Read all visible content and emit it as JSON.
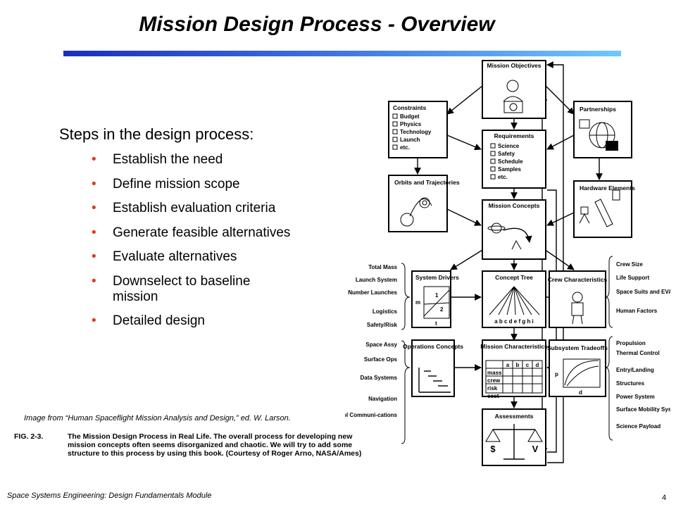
{
  "title": "Mission Design Process - Overview",
  "steps_heading": "Steps in the design process:",
  "steps": [
    "Establish the need",
    "Define mission scope",
    "Establish evaluation criteria",
    "Generate feasible alternatives",
    "Evaluate alternatives",
    "Downselect to baseline mission",
    "Detailed design"
  ],
  "image_credit": "Image from “Human Spaceflight Mission Analysis and Design,” ed. W. Larson.",
  "figure": {
    "number": "FIG. 2-3.",
    "caption": "The Mission Design Process in Real Life. The overall process for developing new mission concepts often seems disorganized and chaotic. We will try to add some structure to this process by using this book. (Courtesy of Roger Arno, NASA/Ames)"
  },
  "diagram": {
    "mission_objectives": "Mission Objectives",
    "constraints": {
      "title": "Constraints",
      "items": [
        "Budget",
        "Physics",
        "Technology",
        "Launch",
        "etc."
      ]
    },
    "partnerships": "Partnerships",
    "requirements": {
      "title": "Requirements",
      "items": [
        "Science",
        "Safety",
        "Schedule",
        "Samples",
        "etc."
      ]
    },
    "orbits": "Orbits and Trajectories",
    "hardware": "Hardware Elements",
    "mission_concepts": "Mission Concepts",
    "system_drivers": {
      "title": "System Drivers",
      "m": "m",
      "one": "1",
      "two": "2",
      "t": "t"
    },
    "concept_tree": {
      "title": "Concept Tree",
      "letters": "a b c d e f g h i"
    },
    "crew_char": "Crew Characteristics",
    "ops_concepts": "Operations Concepts",
    "mission_char": {
      "title": "Mission Characteristics",
      "cols": [
        "a",
        "b",
        "c",
        "d"
      ],
      "rows": [
        "mass",
        "crew",
        "risk",
        "cost"
      ]
    },
    "subsystem": {
      "title": "Subsystem Tradeoffs",
      "p": "p",
      "d": "d"
    },
    "assessments": {
      "title": "Assessments",
      "dollar": "$",
      "v": "V"
    },
    "left_drivers": [
      "Total Mass",
      "Launch System",
      "Number Launches",
      "Logistics",
      "Safety/Risk"
    ],
    "left_ops": [
      "Space Assy",
      "Surface Ops",
      "Data Systems",
      "Navigation",
      "Command Control Communi-cations"
    ],
    "right_crew": [
      "Crew Size",
      "Life Support",
      "Space Suits and EVA",
      "Human Factors"
    ],
    "right_subsys": [
      "Propulsion",
      "Thermal Control",
      "Entry/Landing",
      "Structures",
      "Power System",
      "Surface Mobility System",
      "Science Payload"
    ]
  },
  "footer": "Space Systems Engineering: Design Fundamentals Module",
  "page_number": "4"
}
